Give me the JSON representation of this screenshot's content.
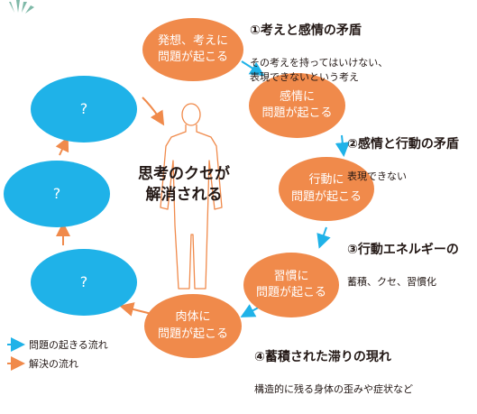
{
  "center_text": "思考のクセが\n解消される",
  "orange_nodes": [
    {
      "id": "thought",
      "label": "発想、考えに\n問題が起こる"
    },
    {
      "id": "emotion",
      "label": "感情に\n問題が起こる"
    },
    {
      "id": "action",
      "label": "行動に\n問題が起こる"
    },
    {
      "id": "habit",
      "label": "習慣に\n問題が起こる"
    },
    {
      "id": "body",
      "label": "肉体に\n問題が起こる"
    }
  ],
  "blue_nodes": [
    {
      "label": "?"
    },
    {
      "label": "?"
    },
    {
      "label": "?"
    }
  ],
  "annotations": [
    {
      "title": "①考えと感情の矛盾",
      "desc": "その考えを持ってはいけない、\n表現できないという考え"
    },
    {
      "title": "②感情と行動の矛盾",
      "desc": "表現できない"
    },
    {
      "title": "③行動エネルギーの",
      "desc": "蓄積、クセ、習慣化"
    },
    {
      "title": "④蓄積された滞りの現れ",
      "desc": "構造的に残る身体の歪みや症状など"
    }
  ],
  "legend": [
    {
      "label": "問題の起きる流れ",
      "color": "#1fb2e8"
    },
    {
      "label": "解決の流れ",
      "color": "#f08a4b"
    }
  ],
  "colors": {
    "problem": "#f08a4b",
    "solution": "#1fb2e8",
    "figure": "#f08a4b"
  }
}
